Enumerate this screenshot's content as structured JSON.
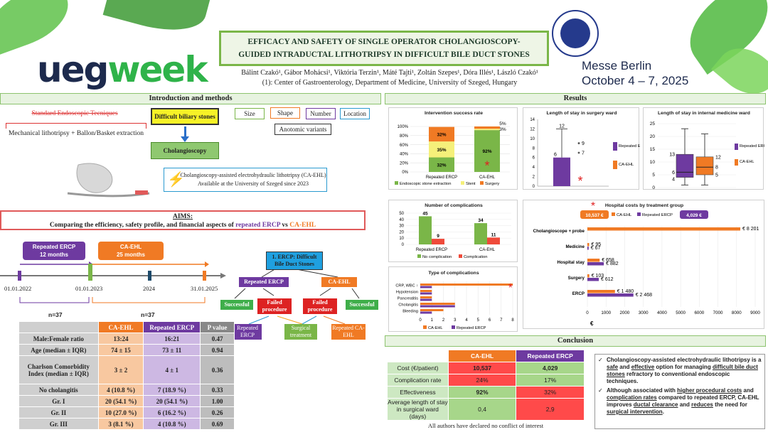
{
  "header": {
    "logo_ueg": "ueg",
    "logo_week": "week",
    "title_line1": "EFFICACY AND SAFETY OF SINGLE OPERATOR CHOLANGIOSCOPY-",
    "title_line2": "GUIDED INTRADUCTAL LITHOTRIPSY IN DIFFICULT BILE DUCT STONES",
    "authors": "Bálint Czakó¹, Gábor Mohácsi¹, Viktória Terzin¹, Máté Tajti¹, Zoltán Szepes¹, Dóra Illés¹, László Czakó¹",
    "affiliation": "(1): Center of Gastroenterology, Department of Medicine, University of Szeged, Hungary",
    "venue": "Messe Berlin",
    "dates": "October 4 – 7, 2025"
  },
  "intro": {
    "section_title": "Introduction and methods",
    "standard": "Standard Endoscopic Tecniques",
    "mechanical": "Mechanical lithotripsy + Ballon/Basket extraction",
    "difficult": "Difficult biliary stones",
    "cholangioscopy": "Cholangioscopy",
    "ca_ehl_line1": "Cholangioscopy-assisted electrohydraulic lithotripsy (CA-EHL)",
    "ca_ehl_line2": "Available at the University of Szeged since 2023",
    "tags": [
      "Size",
      "Shape",
      "Number",
      "Location"
    ],
    "anatomic": "Anotomic variants"
  },
  "aims": {
    "title": "AIMS",
    "text_pre": "Comparing the efficiency, safety profile, and financial aspects of ",
    "text_re": "repeated ERCP",
    "text_vs": " vs ",
    "text_ca": "CA-EHL"
  },
  "timeline": {
    "re_label": "Repeated ERCP",
    "re_duration": "12 months",
    "ca_label": "CA-EHL",
    "ca_duration": "25 months",
    "dates": [
      "01.01.2022",
      "01.01.2023",
      "2024",
      "31.01.2025"
    ],
    "n_left": "n=37",
    "n_right": "n=37"
  },
  "flow": {
    "root": "1. ERCP: Difficult Bile Duct Stones",
    "re": "Repeated ERCP",
    "ca": "CA-EHL",
    "successful": "Successful",
    "failed": "Failed procedure",
    "leaf_re": "Repeated ERCP",
    "leaf_surg": "Surgical treatment",
    "leaf_ca": "Repeated CA-EHL"
  },
  "demographics": {
    "headers": [
      "",
      "CA-EHL",
      "Repeated ERCP",
      "P value"
    ],
    "rows": [
      [
        "Male:Female ratio",
        "13:24",
        "16:21",
        "0.47"
      ],
      [
        "Age (median ± IQR)",
        "74 ± 15",
        "73 ± 11",
        "0.94"
      ],
      [
        "Charlson Comorbidity Index (median ± IQR)",
        "3 ± 2",
        "4 ± 1",
        "0.36"
      ],
      [
        "No cholangitis",
        "4 (10.8 %)",
        "7 (18.9 %)",
        "0.33"
      ],
      [
        "Gr. I",
        "20 (54.1 %)",
        "20 (54.1 %)",
        "1.00"
      ],
      [
        "Gr. II",
        "10 (27.0 %)",
        "6 (16.2 %)",
        "0.26"
      ],
      [
        "Gr. III",
        "3 (8.1 %)",
        "4 (10.8 %)",
        "0.69"
      ]
    ]
  },
  "results": {
    "section_title": "Results"
  },
  "chart_data": [
    {
      "type": "bar",
      "stacked": true,
      "title": "Intervention success rate",
      "categories": [
        "Repeated ERCP",
        "CA-EHL"
      ],
      "series": [
        {
          "name": "Endoscopic stone extraction",
          "values": [
            32,
            92
          ],
          "color": "#7ab648"
        },
        {
          "name": "Stent",
          "values": [
            35,
            3
          ],
          "color": "#f5f07a"
        },
        {
          "name": "Surgery",
          "values": [
            32,
            5
          ],
          "color": "#f07a24"
        }
      ],
      "data_labels": [
        [
          "32%",
          "35%",
          "32%"
        ],
        [
          "92%",
          "3%",
          "5%"
        ]
      ],
      "ylim": [
        0,
        100
      ],
      "yticks": [
        "0%",
        "20%",
        "40%",
        "60%",
        "80%",
        "100%"
      ],
      "annotation": "*"
    },
    {
      "type": "box",
      "title": "Length of stay in surgery ward",
      "series": [
        {
          "name": "Repeated ERCP",
          "q1": 0,
          "median": 6,
          "q3": 6,
          "whisker_high": 12,
          "outliers": [
            9,
            7
          ],
          "color": "#6e3aa0"
        },
        {
          "name": "CA-EHL",
          "color": "#f07a24"
        }
      ],
      "labels": [
        "12",
        "6",
        "9",
        "7"
      ],
      "ylim": [
        0,
        14
      ],
      "yticks": [
        "0",
        "2",
        "4",
        "6",
        "8",
        "10",
        "12",
        "14"
      ],
      "annotation": "*"
    },
    {
      "type": "box",
      "title": "Length of stay in internal medicine ward",
      "series": [
        {
          "name": "Repeated ERCP",
          "q1": 4,
          "median": 6,
          "q3": 13,
          "whisker_low": 1,
          "whisker_high": 23,
          "color": "#6e3aa0"
        },
        {
          "name": "CA-EHL",
          "q1": 5,
          "median": 8,
          "q3": 12,
          "whisker_low": 1,
          "whisker_high": 21,
          "color": "#f07a24"
        }
      ],
      "labels": [
        "13",
        "6",
        "4",
        "12",
        "8",
        "5"
      ],
      "ylim": [
        0,
        25
      ],
      "yticks": [
        "0",
        "5",
        "10",
        "15",
        "20",
        "25"
      ]
    },
    {
      "type": "bar",
      "title": "Number of complications",
      "categories": [
        "Repeated ERCP",
        "CA-EHL"
      ],
      "series": [
        {
          "name": "No complication",
          "values": [
            45,
            34
          ],
          "color": "#7ab648"
        },
        {
          "name": "Complication",
          "values": [
            9,
            11
          ],
          "color": "#ef4a3a"
        }
      ],
      "ylim": [
        0,
        50
      ],
      "yticks": [
        "0",
        "10",
        "20",
        "30",
        "40",
        "50"
      ]
    },
    {
      "type": "bar",
      "orientation": "horizontal",
      "title": "Type of complications",
      "categories": [
        "CRP, WBC ↑",
        "Hypotension",
        "Pancreatitis",
        "Cholangitis",
        "Bleeding"
      ],
      "series": [
        {
          "name": "CA-EHL",
          "values": [
            8,
            1,
            1,
            3,
            2
          ],
          "color": "#f07a24"
        },
        {
          "name": "Repeated ERCP",
          "values": [
            1,
            1,
            1,
            3,
            1
          ],
          "color": "#6e3aa0"
        }
      ],
      "xlim": [
        0,
        8
      ],
      "xticks": [
        "0",
        "1",
        "2",
        "3",
        "4",
        "5",
        "6",
        "7",
        "8"
      ],
      "annotation": "*"
    },
    {
      "type": "bar",
      "orientation": "horizontal",
      "title": "Hospital costs by treatment group",
      "categories": [
        "Cholangioscope + probe",
        "Medicine",
        "Hospital stay",
        "Surgery",
        "ERCP"
      ],
      "series": [
        {
          "name": "CA-EHL",
          "values": [
            8201,
            95,
            658,
            103,
            1480
          ],
          "color": "#f07a24"
        },
        {
          "name": "Repeated ERCP",
          "values": [
            0,
            67,
            882,
            612,
            2468
          ],
          "color": "#6e3aa0"
        }
      ],
      "value_labels": [
        [
          "€ 8 201"
        ],
        [
          "€ 95",
          "€ 67"
        ],
        [
          "€ 658",
          "€ 882"
        ],
        [
          "€ 103",
          "€ 612"
        ],
        [
          "€ 1 480",
          "€ 2 468"
        ]
      ],
      "totals": {
        "ca": "10,537 €",
        "re": "4,029 €"
      },
      "xlim": [
        0,
        9000
      ],
      "xticks": [
        "0",
        "1000",
        "2000",
        "3000",
        "4000",
        "5000",
        "6000",
        "7000",
        "8000",
        "9000"
      ],
      "xlabel": "€",
      "annotation": "*"
    }
  ],
  "conclusion": {
    "section_title": "Conclusion",
    "headers": [
      "",
      "CA-EHL",
      "Repeated ERCP"
    ],
    "rows": [
      [
        "Cost (€/patient)",
        "10,537",
        "4,029"
      ],
      [
        "Complication rate",
        "24%",
        "17%"
      ],
      [
        "Effectiveness",
        "92%",
        "32%"
      ],
      [
        "Average length of stay in surgical ward (days)",
        "0,4",
        "2,9"
      ]
    ],
    "colors": [
      [
        "#ff4a4a",
        "#a7d68a"
      ],
      [
        "#ff4a4a",
        "#a7d68a"
      ],
      [
        "#a7d68a",
        "#ff4a4a"
      ],
      [
        "#a7d68a",
        "#ff4a4a"
      ]
    ],
    "bullet1_a": "Cholangioscopy-assisted electrohydraulic lithotripsy is a ",
    "bullet1_b": "safe",
    "bullet1_c": " and ",
    "bullet1_d": "effective",
    "bullet1_e": " option for managing ",
    "bullet1_f": "difficult bile duct stones",
    "bullet1_g": " refractory to conventional endoscopic techniques.",
    "bullet2_a": "Although associated with ",
    "bullet2_b": "higher procedural costs",
    "bullet2_c": " and ",
    "bullet2_d": "complication rates",
    "bullet2_e": " compared to repeated ERCP, CA-EHL improves ",
    "bullet2_f": "ductal clearance",
    "bullet2_g": " and ",
    "bullet2_h": "reduces",
    "bullet2_i": " the need for ",
    "bullet2_j": "surgical intervention",
    "bullet2_k": ".",
    "disclosure": "All authors have declared no conflict of interest"
  },
  "colors": {
    "ca_ehl": "#f07a24",
    "repeated_ercp": "#6e3aa0",
    "accent_green": "#7ab648"
  }
}
